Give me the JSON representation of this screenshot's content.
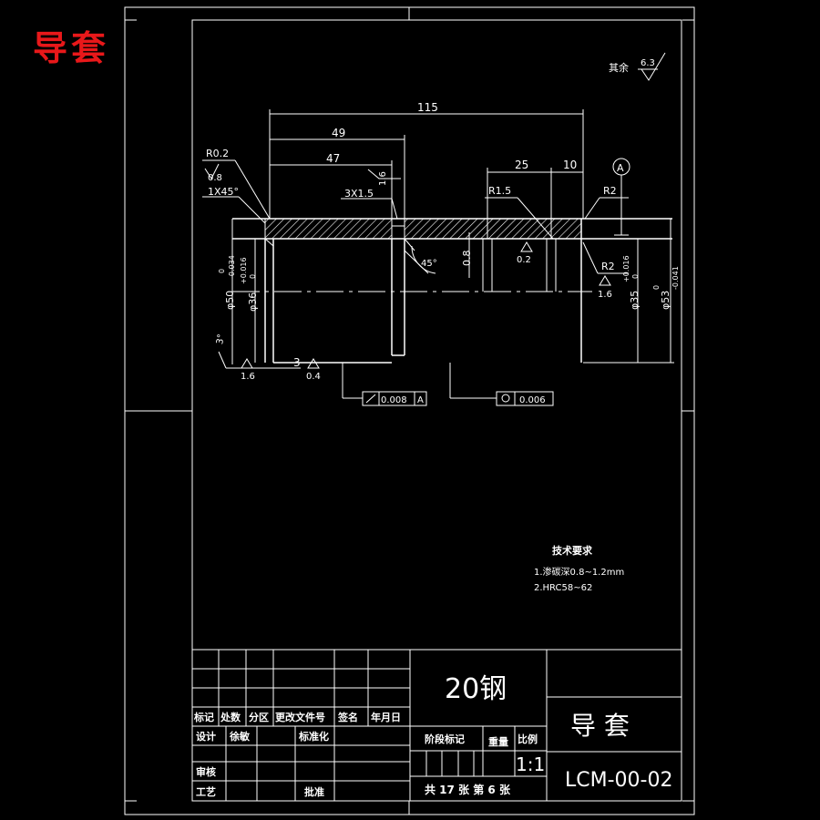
{
  "page_title": "导套",
  "drawing": {
    "roughness_note": "其余",
    "roughness_value": "6.3",
    "dim_115": "115",
    "dim_49": "49",
    "dim_47": "47",
    "dim_25": "25",
    "dim_10": "10",
    "dim_3": "3",
    "r02": "R0.2",
    "rough_08": "0.8",
    "chamfer_1x45": "1X45°",
    "groove_3x15": "3X1.5",
    "rough_16_top": "1.6",
    "r15": "R1.5",
    "r2_top": "R2",
    "r2_bottom": "R2",
    "datum_a": "A",
    "angle_45": "45°",
    "dim_08_vert": "0.8",
    "rough_02": "0.2",
    "rough_16_right": "1.6",
    "rough_16_left": "1.6",
    "rough_04": "0.4",
    "angle_3": "3°",
    "dia50": "φ50",
    "dia50_tol": "-0.034",
    "dia50_tol_upper": "0",
    "dia36": "φ36",
    "dia36_tol": "+0.016",
    "dia36_tol_lower": "0",
    "dia35": "φ35",
    "dia35_tol": "+0.016",
    "dia35_tol_lower": "0",
    "dia53": "φ53",
    "dia53_tol_upper": "0",
    "dia53_tol": "-0.041",
    "fcf1_value": "0.008",
    "fcf1_datum": "A",
    "fcf2_value": "0.006"
  },
  "tech_req": {
    "title": "技术要求",
    "line1": "1.渗碳深0.8~1.2mm",
    "line2": "2.HRC58~62"
  },
  "title_block": {
    "material": "20钢",
    "part_name": "导 套",
    "drawing_no": "LCM-00-02",
    "h_biaoji": "标记",
    "h_chushu": "处数",
    "h_fenqu": "分区",
    "h_gengai": "更改文件号",
    "h_qianming": "签名",
    "h_nianyueri": "年月日",
    "sheji": "设计",
    "designer": "徐敏",
    "biaozhunhua": "标准化",
    "jieduan": "阶段标记",
    "zhongliang": "重量",
    "bili": "比例",
    "scale": "1:1",
    "shenhe": "审核",
    "gongyi": "工艺",
    "pizhun": "批准",
    "sheets": "共 17 张 第 6 张"
  }
}
